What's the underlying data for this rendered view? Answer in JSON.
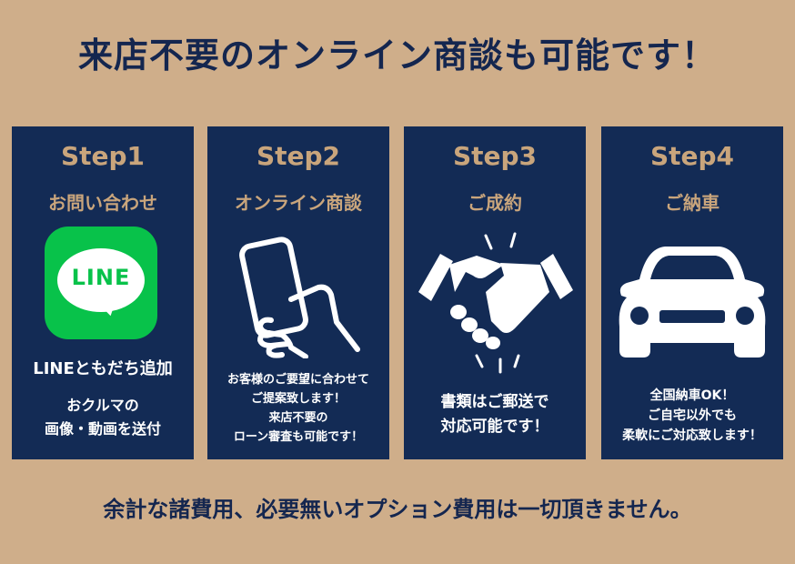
{
  "headline": "来店不要のオンライン商談も可能です！",
  "steps": [
    {
      "title": "Step1",
      "subtitle": "お問い合わせ",
      "icon": "line-app-icon",
      "logo_text": "LINE",
      "label": "LINEともだち追加",
      "desc_lines": [
        "おクルマの",
        "画像・動画を送付"
      ]
    },
    {
      "title": "Step2",
      "subtitle": "オンライン商談",
      "icon": "hand-holding-phone-icon",
      "desc_lines": [
        "お客様のご要望に合わせて",
        "ご提案致します！",
        "来店不要の",
        "ローン審査も可能です！"
      ]
    },
    {
      "title": "Step3",
      "subtitle": "ご成約",
      "icon": "handshake-icon",
      "desc_lines": [
        "書類はご郵送で",
        "対応可能です！"
      ]
    },
    {
      "title": "Step4",
      "subtitle": "ご納車",
      "icon": "car-front-icon",
      "desc_lines": [
        "全国納車OK！",
        "ご自宅以外でも",
        "柔軟にご対応致します！"
      ]
    }
  ],
  "footer": "余計な諸費用、必要無いオプション費用は一切頂きません。",
  "colors": {
    "background": "#cfae8a",
    "card": "#132b55",
    "accent_text": "#c9a57c",
    "line_green": "#08c24a",
    "headline_text": "#14264f"
  }
}
